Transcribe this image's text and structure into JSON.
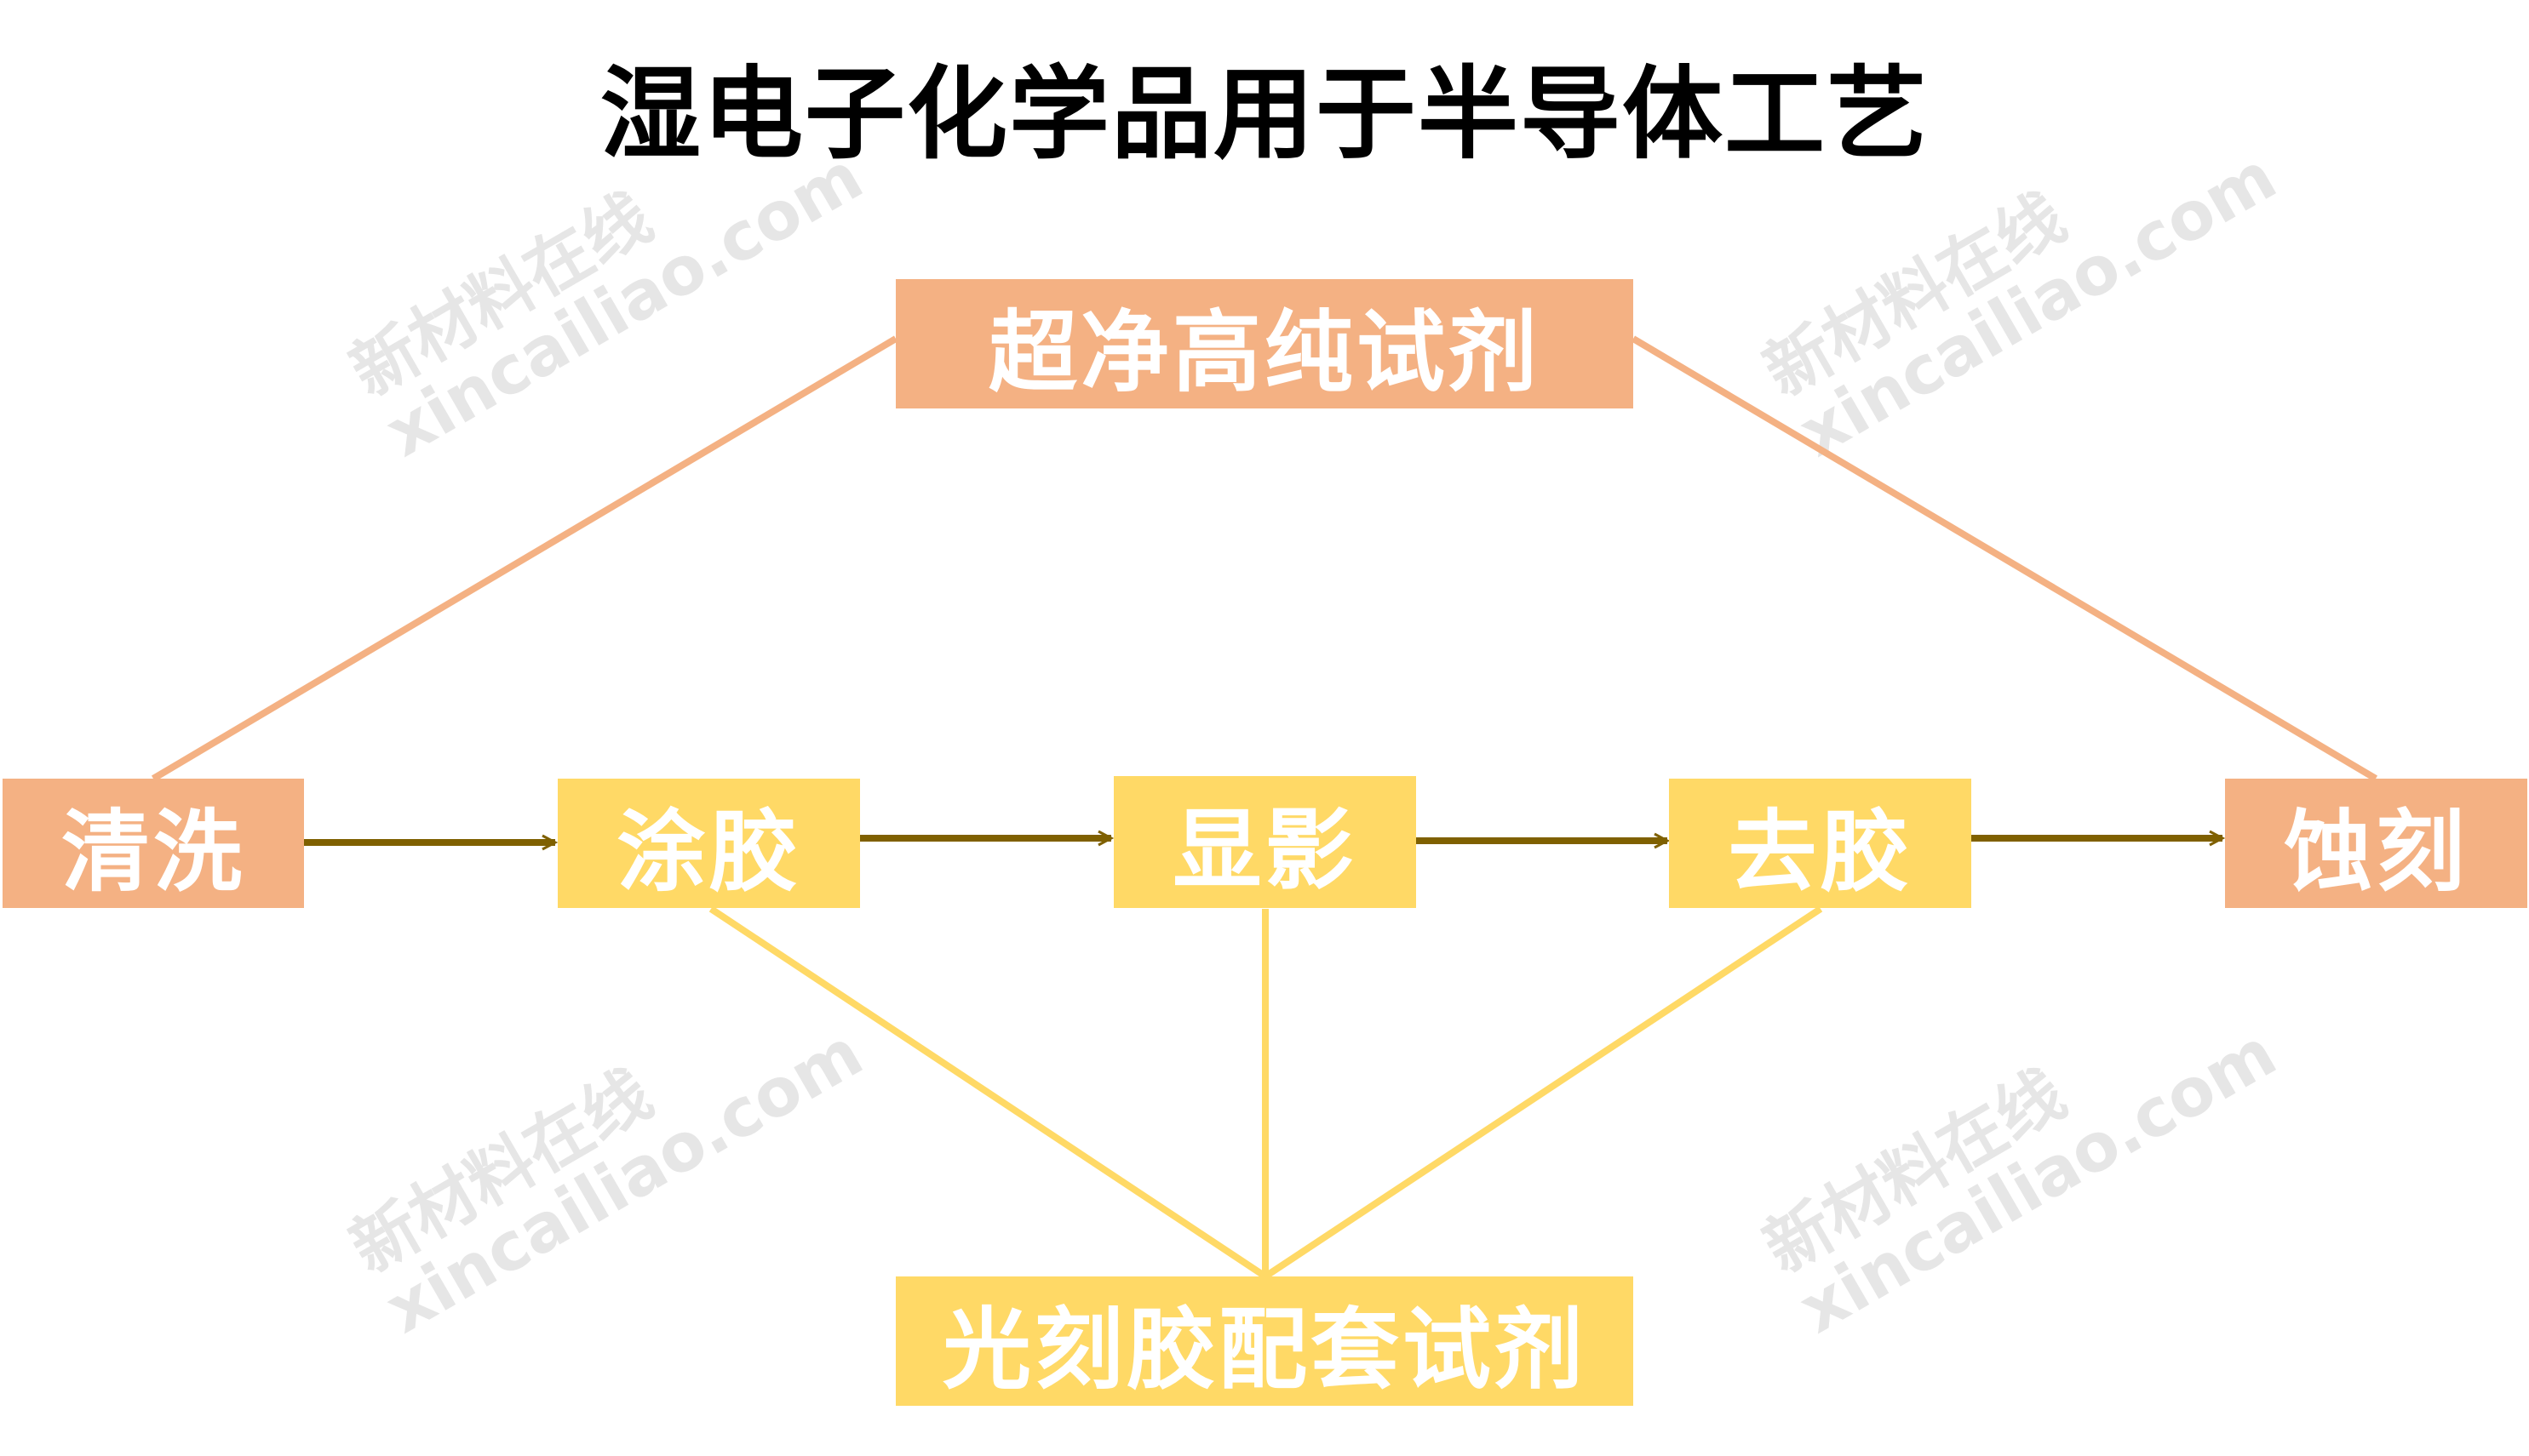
{
  "title": "湿电子化学品用于半导体工艺",
  "watermark": {
    "line1": "新材料在线",
    "line2": "xincailiao.com"
  },
  "colors": {
    "orange": "#F4B183",
    "yellow": "#FFD966",
    "arrow": "#7F6000"
  },
  "nodes": {
    "reagent_top": "超净高纯试剂",
    "clean": "清洗",
    "coat": "涂胶",
    "develop": "显影",
    "strip": "去胶",
    "etch": "蚀刻",
    "reagent_bottom": "光刻胶配套试剂"
  }
}
